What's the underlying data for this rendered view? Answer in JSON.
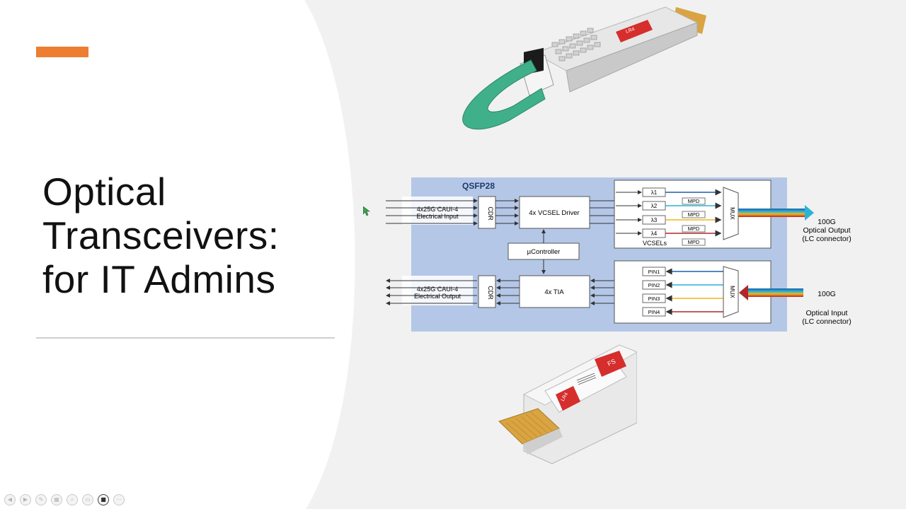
{
  "slide": {
    "title": "Optical\nTransceivers:\nfor IT Admins",
    "accent_color": "#ed7d31"
  },
  "diagram": {
    "module_label": "QSFP28",
    "tx_input_label_1": "4x25G CAUI-4",
    "tx_input_label_2": "Electrical Input",
    "rx_output_label_1": "4x25G CAUI-4",
    "rx_output_label_2": "Electrical Output",
    "cdr_label": "CDR",
    "vcsel_driver_label": "4x VCSEL Driver",
    "controller_label": "µController",
    "tia_label": "4x TIA",
    "lambda_labels": [
      "λ1",
      "λ2",
      "λ3",
      "λ4"
    ],
    "mpd_label": "MPD",
    "vcsels_label": "VCSELs",
    "pin_labels": [
      "PIN1",
      "PIN2",
      "PIN3",
      "PIN4"
    ],
    "mux_label": "MUX",
    "output_label_1": "100G",
    "output_label_2": "Optical Output",
    "output_label_3": "(LC connector)",
    "input_label_1": "100G",
    "input_label_2": "Optical Input",
    "input_label_3": "(LC connector)",
    "lane_colors": [
      "#1f5fa8",
      "#2bb3d6",
      "#f2b51c",
      "#b0262b"
    ],
    "panel_color": "#b4c7e7"
  },
  "product_labels": {
    "badge": "LR4",
    "brand": "FS"
  },
  "toolbar": {
    "buttons": [
      "previous-slide",
      "next-slide",
      "pen",
      "slide-overview",
      "zoom",
      "subtitles",
      "camera",
      "more"
    ]
  }
}
